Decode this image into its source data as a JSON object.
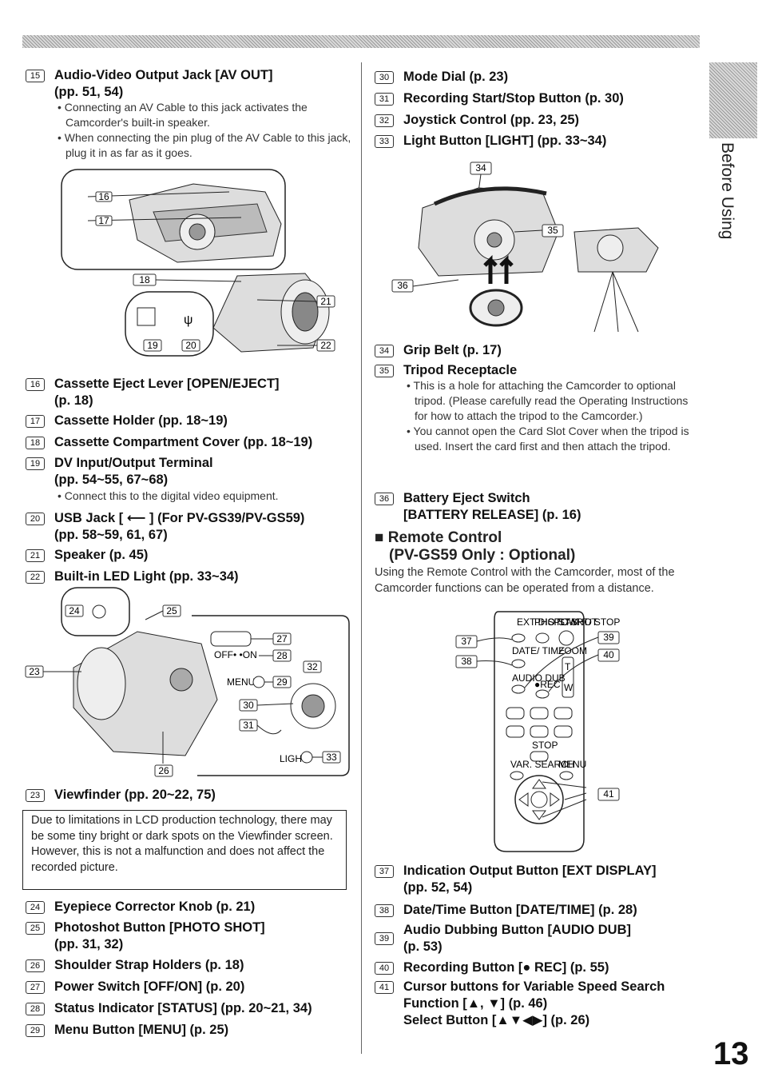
{
  "side_tab": {
    "label": "Before Using"
  },
  "page_number": "13",
  "left": {
    "item15": {
      "num": "15",
      "title": "Audio-Video Output Jack [AV OUT]",
      "sub": "(pp. 51, 54)",
      "bullets": [
        "• Connecting an AV Cable to this jack activates the Camcorder's built-in speaker.",
        "• When connecting the pin plug of the AV Cable to this jack, plug it in as far as it goes."
      ]
    },
    "fig1_labels": [
      "16",
      "17",
      "18",
      "19",
      "20",
      "21",
      "22"
    ],
    "items_a": [
      {
        "num": "16",
        "lines": [
          "Cassette Eject Lever [OPEN/EJECT]",
          "(p. 18)"
        ]
      },
      {
        "num": "17",
        "lines": [
          "Cassette Holder (pp. 18~19)"
        ]
      },
      {
        "num": "18",
        "lines": [
          "Cassette Compartment Cover (pp. 18~19)"
        ]
      },
      {
        "num": "19",
        "lines": [
          "DV Input/Output Terminal",
          "(pp. 54~55, 67~68)"
        ]
      },
      {
        "num": "20",
        "lines": [
          "USB Jack [ ⟵ ] (For PV-GS39/PV-GS59)",
          "(pp. 58~59, 61, 67)"
        ]
      },
      {
        "num": "21",
        "lines": [
          "Speaker (p. 45)"
        ]
      },
      {
        "num": "22",
        "lines": [
          "Built-in LED Light (pp. 33~34)"
        ]
      }
    ],
    "item19_bullet": "• Connect this to the digital video equipment.",
    "fig2_labels": [
      "23",
      "24",
      "25",
      "26",
      "27",
      "28",
      "29",
      "30",
      "31",
      "32",
      "33"
    ],
    "fig2_text": {
      "offon": "OFF• •ON",
      "menu": "MENU",
      "light": "LIGHT"
    },
    "item23": {
      "num": "23",
      "title": "Viewfinder (pp. 20~22, 75)"
    },
    "note": [
      "Due to limitations in LCD production technology, there may be some tiny bright or dark spots on the Viewfinder screen.",
      "However, this is not a malfunction and does not affect the recorded picture."
    ],
    "items_b": [
      {
        "num": "24",
        "lines": [
          "Eyepiece Corrector Knob (p. 21)"
        ]
      },
      {
        "num": "25",
        "lines": [
          "Photoshot Button [PHOTO SHOT]",
          "(pp. 31, 32)"
        ]
      },
      {
        "num": "26",
        "lines": [
          "Shoulder Strap Holders (p. 18)"
        ]
      },
      {
        "num": "27",
        "lines": [
          "Power Switch [OFF/ON] (p. 20)"
        ]
      },
      {
        "num": "28",
        "lines": [
          "Status Indicator [STATUS] (pp. 20~21, 34)"
        ]
      },
      {
        "num": "29",
        "lines": [
          "Menu Button [MENU] (p. 25)"
        ]
      }
    ]
  },
  "right": {
    "items_a": [
      {
        "num": "30",
        "lines": [
          "Mode Dial (p. 23)"
        ]
      },
      {
        "num": "31",
        "lines": [
          "Recording Start/Stop Button (p. 30)"
        ]
      },
      {
        "num": "32",
        "lines": [
          "Joystick Control (pp. 23, 25)"
        ]
      },
      {
        "num": "33",
        "lines": [
          "Light Button [LIGHT] (pp. 33~34)"
        ]
      }
    ],
    "fig3_labels": [
      "34",
      "35",
      "36"
    ],
    "items_b": [
      {
        "num": "34",
        "lines": [
          "Grip Belt (p. 17)"
        ]
      },
      {
        "num": "35",
        "lines": [
          "Tripod Receptacle"
        ]
      }
    ],
    "item35_bullets": [
      "• This is a hole for attaching the Camcorder to optional tripod. (Please carefully read the Operating Instructions for how to attach the tripod to the Camcorder.)",
      "• You cannot open the Card Slot Cover when the tripod is used. Insert the card first and then attach the tripod."
    ],
    "item36": {
      "num": "36",
      "lines": [
        "Battery Eject Switch",
        "[BATTERY RELEASE] (p. 16)"
      ]
    },
    "remote_heading": [
      "■ Remote Control",
      "(PV-GS59 Only : Optional)"
    ],
    "remote_para": "Using the Remote Control with the Camcorder, most of the Camcorder functions can be operated from a distance.",
    "fig4_labels": [
      "37",
      "38",
      "39",
      "40",
      "41"
    ],
    "fig4_text": {
      "ext": "EXT DISPLAY",
      "photo": "PHOTO SHOT",
      "start": "START/ STOP",
      "date": "DATE/ TIME",
      "zoom": "ZOOM",
      "audio": "AUDIO DUB",
      "rec": "●REC",
      "t": "T",
      "w": "W",
      "search": "VAR. SEARCH",
      "menu": "MENU",
      "stop": "STOP"
    },
    "items_c": [
      {
        "num": "37",
        "lines": [
          "Indication Output Button [EXT DISPLAY]",
          "(pp. 52, 54)"
        ]
      },
      {
        "num": "38",
        "lines": [
          "Date/Time Button [DATE/TIME] (p. 28)"
        ]
      },
      {
        "num": "39",
        "lines": [
          "Audio Dubbing Button [AUDIO DUB]",
          "(p. 53)"
        ]
      },
      {
        "num": "40",
        "lines": [
          "Recording Button [● REC] (p. 55)"
        ]
      },
      {
        "num": "41",
        "lines": [
          "Cursor buttons for Variable Speed Search",
          "Function [▲, ▼] (p. 46)",
          "Select Button [▲▼◀▶] (p. 26)"
        ]
      }
    ]
  }
}
